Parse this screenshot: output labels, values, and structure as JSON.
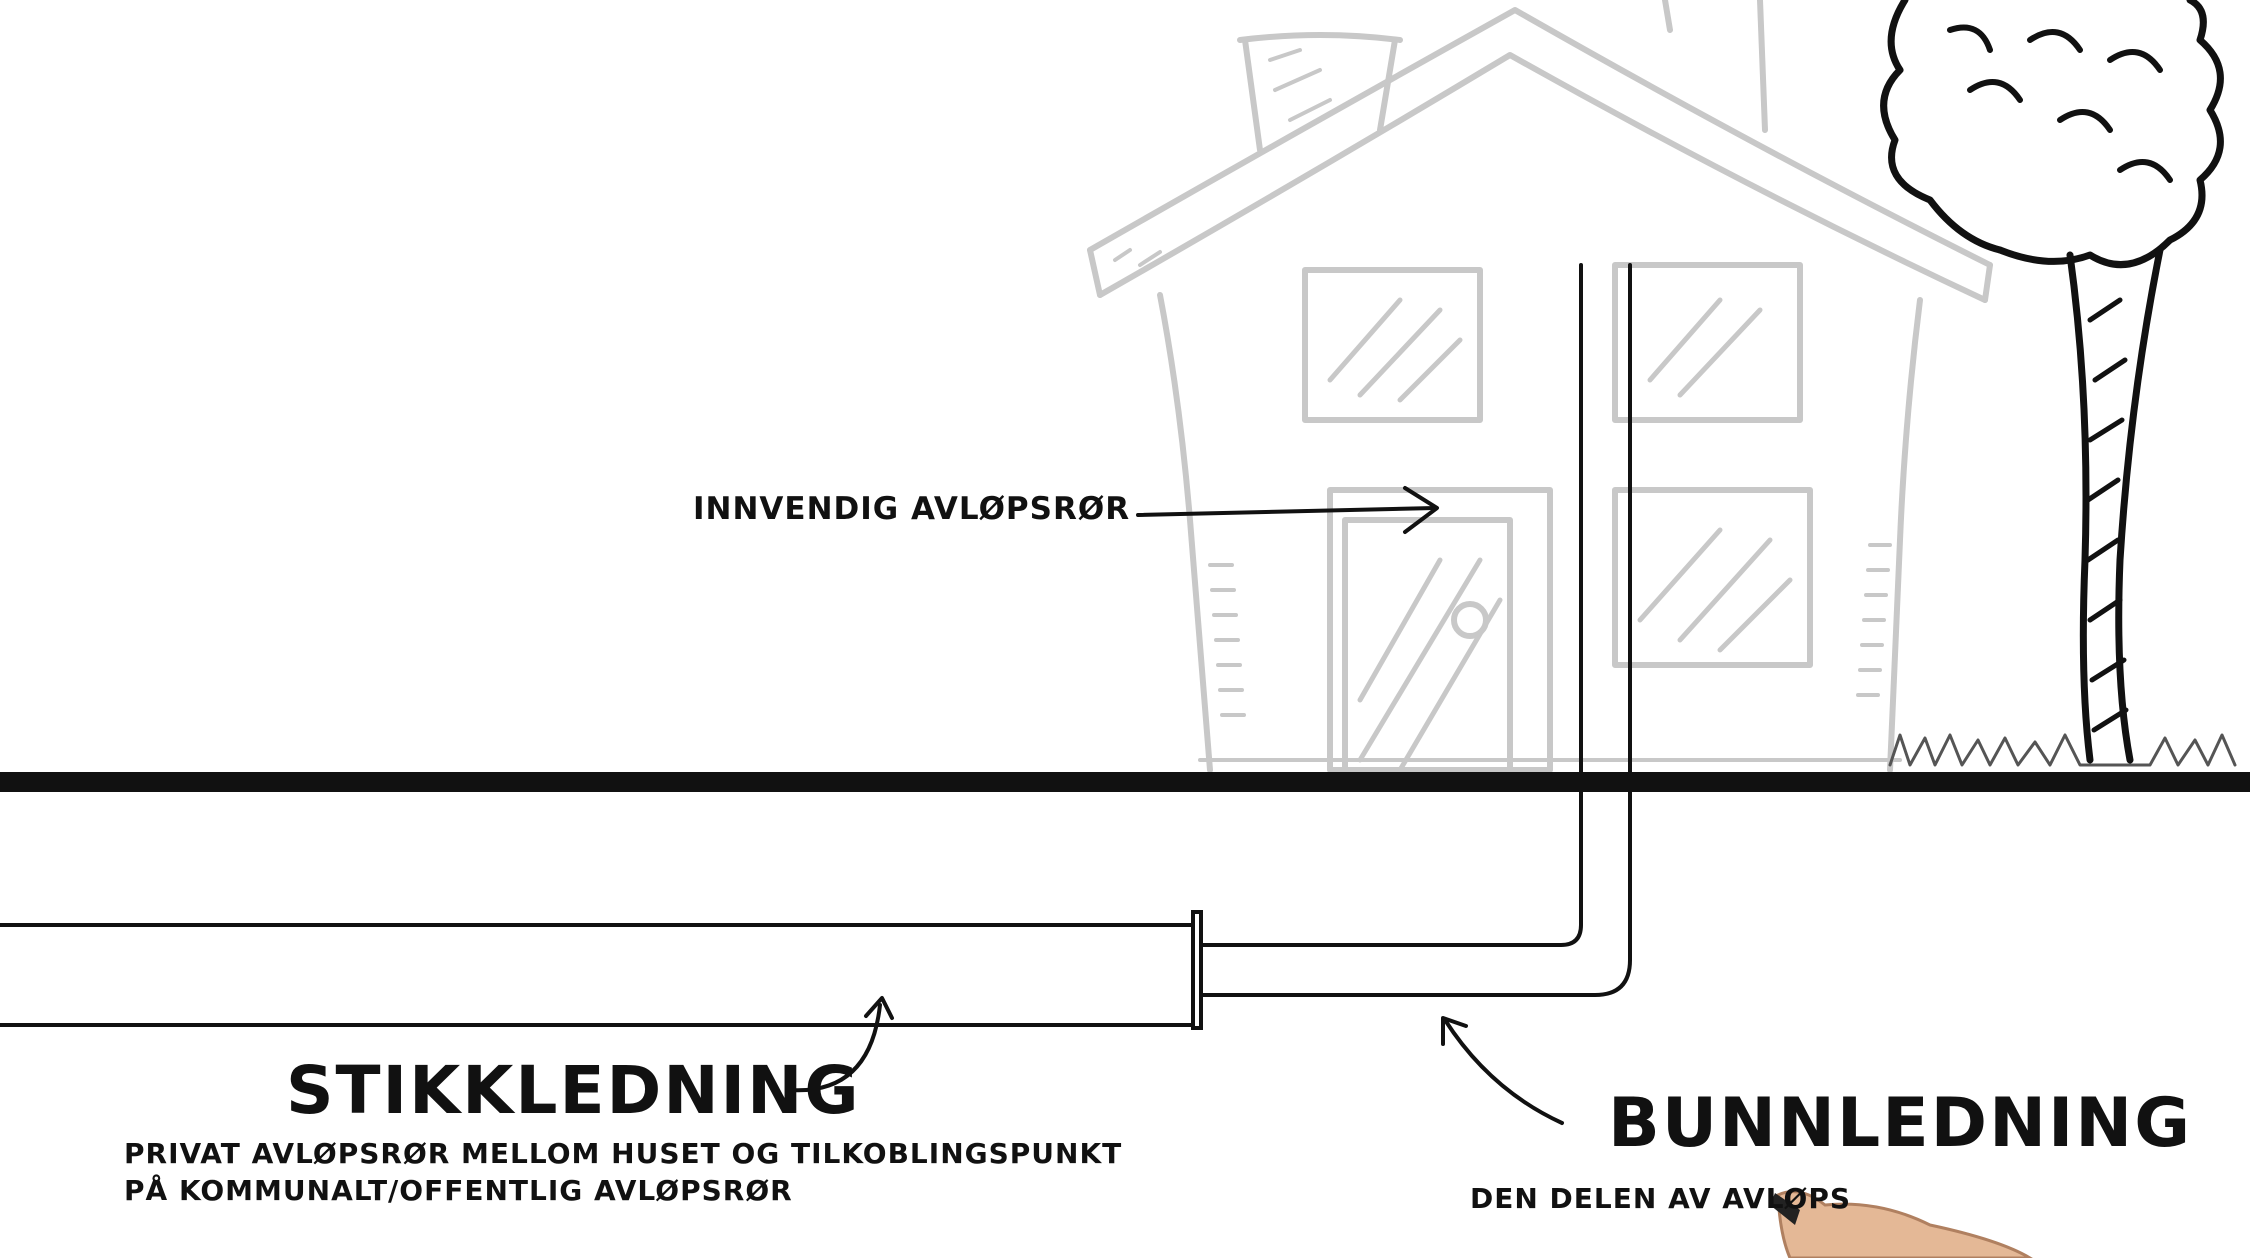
{
  "labels": {
    "inner_pipe": "INNVENDIG AVLØPSRØR",
    "stikk_title": "STIKKLEDNING",
    "stikk_desc_line1": "PRIVAT AVLØPSRØR MELLOM HUSET OG TILKOBLINGSPUNKT",
    "stikk_desc_line2": "PÅ KOMMUNALT/OFFENTLIG AVLØPSRØR",
    "bunn_title": "BUNNLEDNING",
    "bunn_desc": "DEN DELEN AV AVLØPS"
  },
  "colors": {
    "ink": "#111111",
    "sketch": "#c8c8c8",
    "skin": "#e4b896"
  },
  "icons": [
    "house-sketch",
    "tree-sketch",
    "pen-hand"
  ]
}
